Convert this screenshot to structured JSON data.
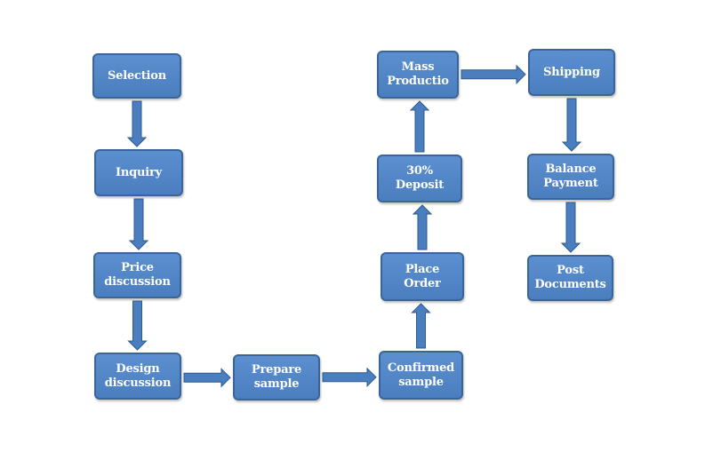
{
  "colors": {
    "node_fill": "#4f82c3",
    "node_border": "#3b6596",
    "arrow_fill": "#4a7ebf",
    "arrow_stroke": "#2f5a8c",
    "text": "#ffffff"
  },
  "nodes": {
    "selection": "Selection",
    "inquiry": "Inquiry",
    "price_discussion": "Price\ndiscussion",
    "design_discussion": "Design\ndiscussion",
    "prepare_sample": "Prepare\nsample",
    "confirmed_sample": "Confirmed\nsample",
    "place_order": "Place\nOrder",
    "deposit": "30%\nDeposit",
    "mass_production": "Mass\nProductio",
    "shipping": "Shipping",
    "balance_payment": "Balance\nPayment",
    "post_documents": "Post\nDocuments"
  },
  "edges": [
    [
      "selection",
      "inquiry"
    ],
    [
      "inquiry",
      "price_discussion"
    ],
    [
      "price_discussion",
      "design_discussion"
    ],
    [
      "design_discussion",
      "prepare_sample"
    ],
    [
      "prepare_sample",
      "confirmed_sample"
    ],
    [
      "confirmed_sample",
      "place_order"
    ],
    [
      "place_order",
      "deposit"
    ],
    [
      "deposit",
      "mass_production"
    ],
    [
      "mass_production",
      "shipping"
    ],
    [
      "shipping",
      "balance_payment"
    ],
    [
      "balance_payment",
      "post_documents"
    ]
  ]
}
